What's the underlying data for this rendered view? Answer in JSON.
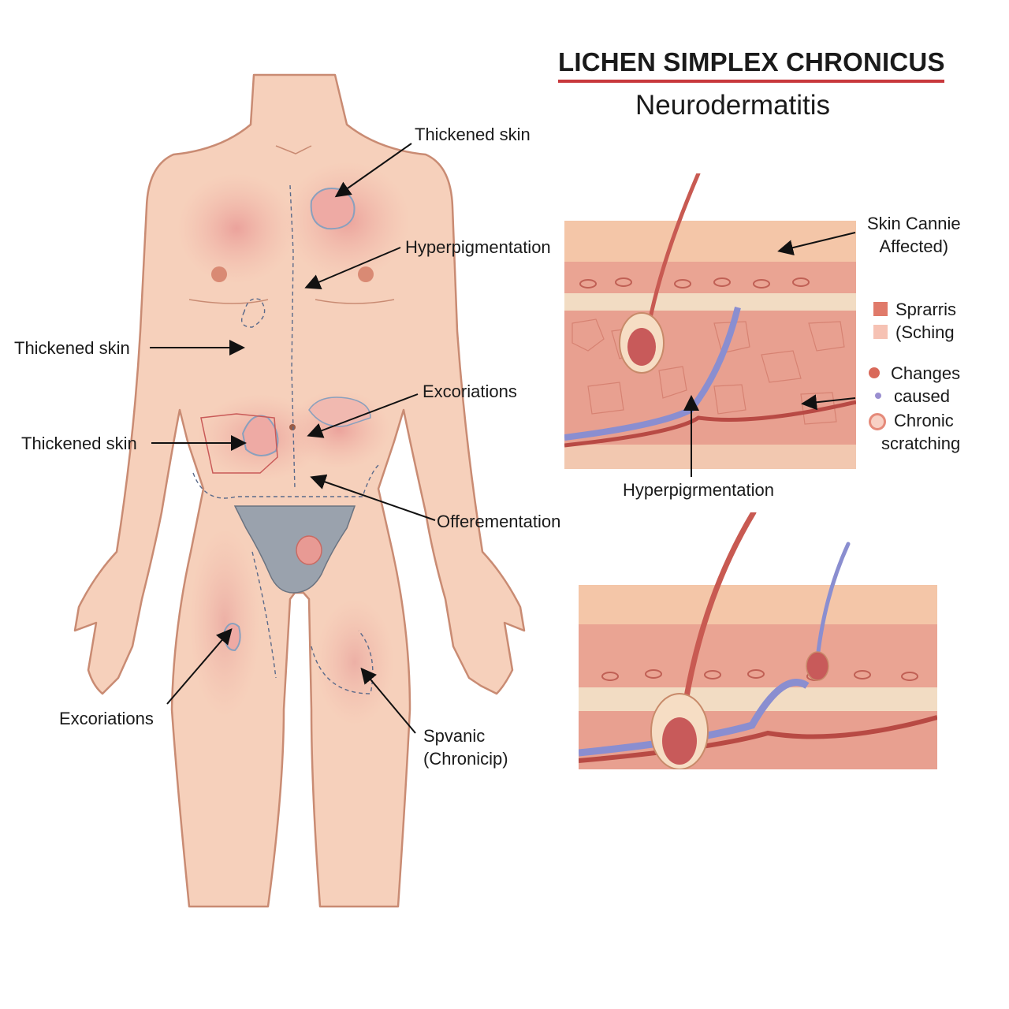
{
  "title": "LICHEN SIMPLEX CHRONICUS",
  "subtitle": "Neurodermatitis",
  "body_labels": {
    "thickened_skin_chest": "Thickened skin",
    "hyperpigmentation_chest": "Hyperpigmentation",
    "thickened_skin_ribs": "Thickened skin",
    "excoriations_abdomen": "Excoriations",
    "thickened_skin_abdomen": "Thickened skin",
    "offerementation": "Offerementation",
    "excoriations_thigh": "Excoriations",
    "spvanic_line1": "Spvanic",
    "spvanic_line2": "(Chronicip)"
  },
  "cross_section_labels": {
    "skin_line1": "Skin Cannie",
    "skin_line2": "Affected)",
    "hyperpigmentation": "Hyperpigrmentation"
  },
  "legend": [
    {
      "text": "Sprarris",
      "shape": "square",
      "color": "#e07a6a"
    },
    {
      "text": "(Sching",
      "shape": "square",
      "color": "#f6c2b4"
    },
    {
      "text": "Changes",
      "shape": "dot",
      "color": "#d9695a"
    },
    {
      "text": "caused",
      "shape": "small-dot",
      "color": "#9a8fd0"
    },
    {
      "text": "Chronic",
      "shape": "ring",
      "color": "#e58a7a"
    },
    {
      "text": "scratching",
      "shape": "none",
      "color": ""
    }
  ],
  "colors": {
    "title_rule": "#c8383c",
    "skin": "#f6d0bb",
    "skin_outline": "#c98b73",
    "lesion": "#e8a3a0",
    "dermis": "#e8a090",
    "epidermis": "#f4c6a8",
    "vessel_blue": "#8a8ed0",
    "vessel_red": "#b84a44",
    "underwear": "#9aa2ad"
  }
}
